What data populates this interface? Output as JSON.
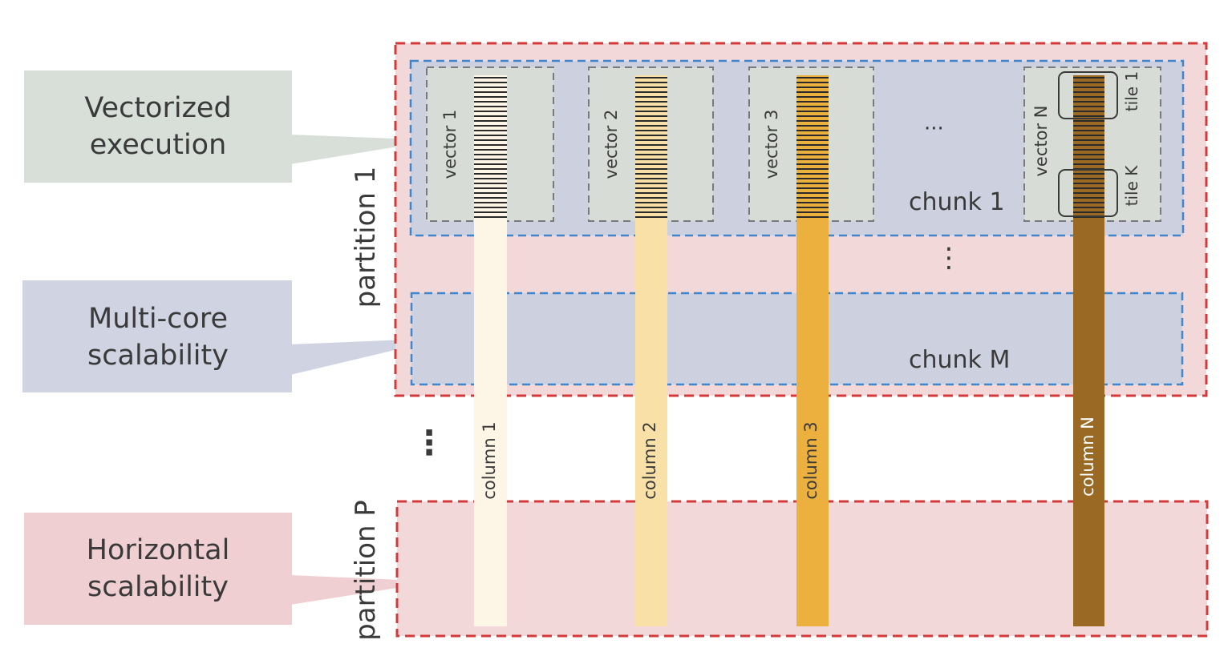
{
  "callouts": {
    "vectorized": [
      "Vectorized",
      "execution"
    ],
    "multicore": [
      "Multi-core",
      "scalability"
    ],
    "horizontal": [
      "Horizontal",
      "scalability"
    ]
  },
  "partitions": {
    "first": "partition 1",
    "last": "partition P"
  },
  "chunks": {
    "first": "chunk 1",
    "last": "chunk M"
  },
  "vectors": [
    "vector 1",
    "vector 2",
    "vector 3",
    "vector N"
  ],
  "columns": [
    "column 1",
    "column 2",
    "column 3",
    "column N"
  ],
  "tiles": {
    "first": "tile 1",
    "last": "tile K"
  },
  "ellipsis": {
    "horizontal": "···",
    "vertical": "⋮"
  },
  "colors": {
    "callout_vectorized": "#d8dfd8",
    "callout_multicore": "#cfd3e2",
    "callout_horizontal": "#efcfd2",
    "partition_fill": "#f2d8d8",
    "partition_border": "#d43a3a",
    "chunk_fill": "#cdd0df",
    "chunk_border": "#3f86d0",
    "vector_fill": "#d8dcd6",
    "column_1": "#fdf6e6",
    "column_2": "#f8e0a6",
    "column_3": "#ecb03f",
    "column_n": "#9a6a24"
  }
}
